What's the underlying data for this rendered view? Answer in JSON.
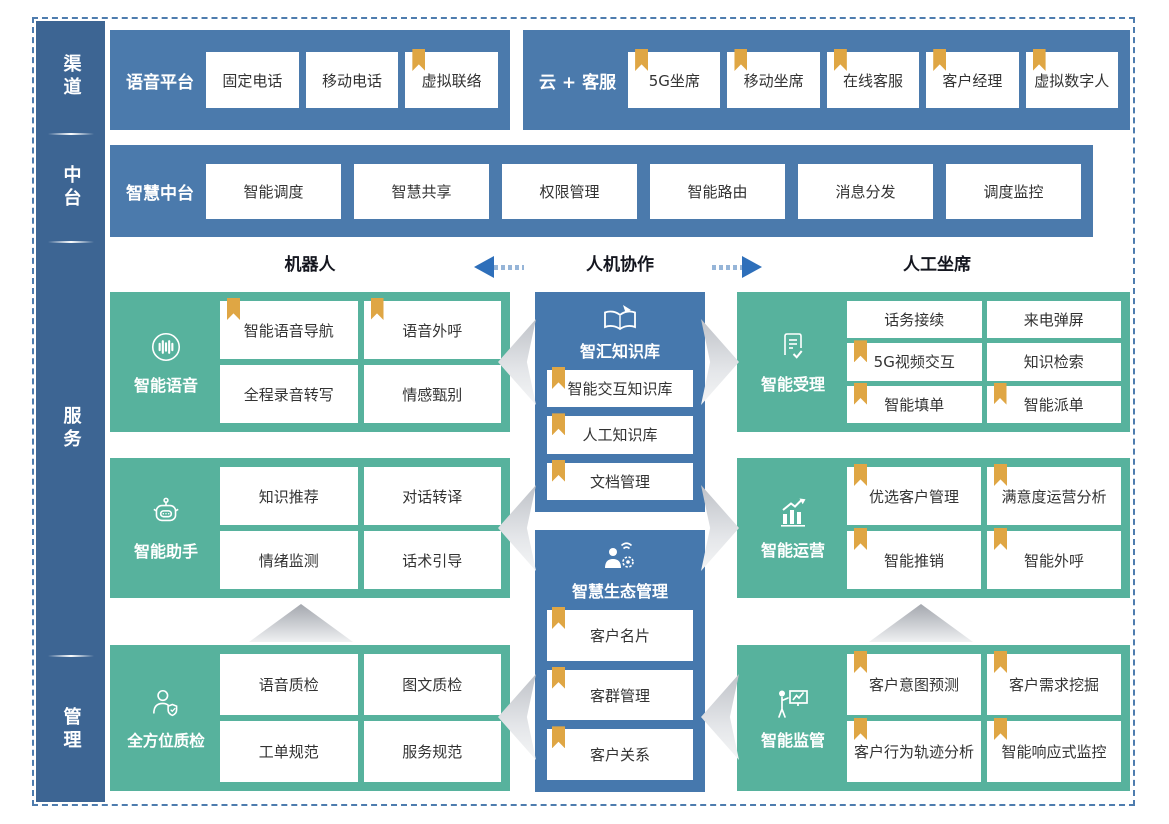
{
  "sidebar": {
    "items": [
      {
        "label": "渠道"
      },
      {
        "label": "中台"
      },
      {
        "label": "服务"
      },
      {
        "label": "管理"
      }
    ]
  },
  "channel_row": {
    "voice_platform": {
      "label": "语音平台",
      "items": [
        {
          "label": "固定电话",
          "bookmark": false
        },
        {
          "label": "移动电话",
          "bookmark": false
        },
        {
          "label": "虚拟联络",
          "bookmark": true
        }
      ]
    },
    "cloud_service": {
      "label": "云 + 客服",
      "items": [
        {
          "label": "5G坐席",
          "bookmark": true
        },
        {
          "label": "移动坐席",
          "bookmark": true
        },
        {
          "label": "在线客服",
          "bookmark": true
        },
        {
          "label": "客户经理",
          "bookmark": true
        },
        {
          "label": "虚拟数字人",
          "bookmark": true
        }
      ]
    }
  },
  "middle_row": {
    "label": "智慧中台",
    "items": [
      {
        "label": "智能调度",
        "bookmark": false
      },
      {
        "label": "智慧共享",
        "bookmark": false
      },
      {
        "label": "权限管理",
        "bookmark": false
      },
      {
        "label": "智能路由",
        "bookmark": false
      },
      {
        "label": "消息分发",
        "bookmark": false
      },
      {
        "label": "调度监控",
        "bookmark": false
      }
    ]
  },
  "collab_header": {
    "left": "机器人",
    "center": "人机协作",
    "right": "人工坐席"
  },
  "left_blocks": [
    {
      "title": "智能语音",
      "icon": "voice-icon",
      "items": [
        {
          "label": "智能语音导航",
          "bookmark": true
        },
        {
          "label": "语音外呼",
          "bookmark": true
        },
        {
          "label": "全程录音转写",
          "bookmark": false
        },
        {
          "label": "情感甄别",
          "bookmark": false
        }
      ]
    },
    {
      "title": "智能助手",
      "icon": "robot-icon",
      "items": [
        {
          "label": "知识推荐",
          "bookmark": false
        },
        {
          "label": "对话转译",
          "bookmark": false
        },
        {
          "label": "情绪监测",
          "bookmark": false
        },
        {
          "label": "话术引导",
          "bookmark": false
        }
      ]
    },
    {
      "title": "全方位质检",
      "icon": "inspector-icon",
      "items": [
        {
          "label": "语音质检",
          "bookmark": false
        },
        {
          "label": "图文质检",
          "bookmark": false
        },
        {
          "label": "工单规范",
          "bookmark": false
        },
        {
          "label": "服务规范",
          "bookmark": false
        }
      ]
    }
  ],
  "center_blocks": [
    {
      "title": "智汇知识库",
      "icon": "knowledge-icon",
      "items": [
        {
          "label": "智能交互知识库",
          "bookmark": true
        },
        {
          "label": "人工知识库",
          "bookmark": true
        },
        {
          "label": "文档管理",
          "bookmark": true
        }
      ]
    },
    {
      "title": "智慧生态管理",
      "icon": "ecosystem-icon",
      "items": [
        {
          "label": "客户名片",
          "bookmark": true
        },
        {
          "label": "客群管理",
          "bookmark": true
        },
        {
          "label": "客户关系",
          "bookmark": true
        }
      ]
    }
  ],
  "right_blocks": [
    {
      "title": "智能受理",
      "icon": "acceptance-icon",
      "items": [
        {
          "label": "话务接续",
          "bookmark": false
        },
        {
          "label": "来电弹屏",
          "bookmark": false
        },
        {
          "label": "5G视频交互",
          "bookmark": true
        },
        {
          "label": "知识检索",
          "bookmark": false
        },
        {
          "label": "智能填单",
          "bookmark": true
        },
        {
          "label": "智能派单",
          "bookmark": true
        }
      ]
    },
    {
      "title": "智能运营",
      "icon": "operations-icon",
      "items": [
        {
          "label": "优选客户管理",
          "bookmark": true
        },
        {
          "label": "满意度运营分析",
          "bookmark": true
        },
        {
          "label": "智能推销",
          "bookmark": true
        },
        {
          "label": "智能外呼",
          "bookmark": true
        }
      ]
    },
    {
      "title": "智能监管",
      "icon": "supervision-icon",
      "items": [
        {
          "label": "客户意图预测",
          "bookmark": true
        },
        {
          "label": "客户需求挖掘",
          "bookmark": true
        },
        {
          "label": "客户行为轨迹分析",
          "bookmark": true
        },
        {
          "label": "智能响应式监控",
          "bookmark": true
        }
      ]
    }
  ],
  "colors": {
    "sidebar_blue": "#3d6593",
    "row_blue": "#4b7aac",
    "center_blue": "#4678ad",
    "teal": "#57b29d",
    "bookmark_gold": "#dfa644",
    "arrow_blue": "#2e6fba",
    "frame_dash_blue": "#4e7cae"
  }
}
